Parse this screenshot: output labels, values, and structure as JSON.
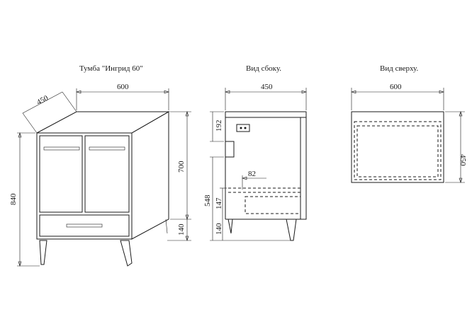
{
  "views": {
    "front": {
      "title": "Тумба \"Ингрид 60\""
    },
    "side": {
      "title": "Вид сбоку."
    },
    "top": {
      "title": "Вид сверху."
    }
  },
  "dimensions": {
    "front": {
      "depth": "450",
      "width": "600",
      "height_total": "840",
      "height_body": "700",
      "leg_height": "140"
    },
    "side": {
      "depth": "450",
      "top_offset": "192",
      "height_548": "548",
      "drawer_147": "147",
      "leg_140": "140",
      "inner_82": "82"
    },
    "top": {
      "width": "600",
      "depth": "450"
    }
  }
}
